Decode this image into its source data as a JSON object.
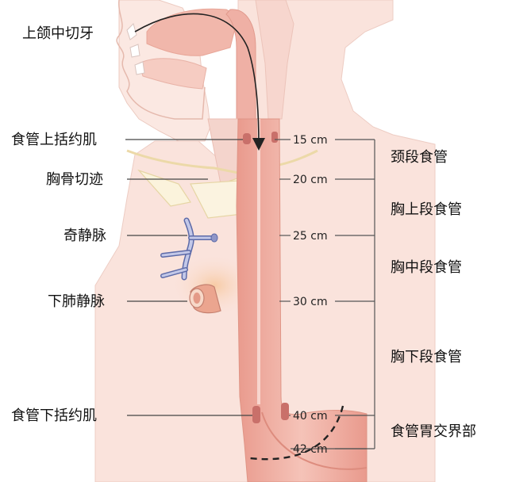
{
  "left_labels": {
    "upper_incisors": "上颌中切牙",
    "upper_sphincter": "食管上括约肌",
    "sternal_notch": "胸骨切迹",
    "azygos_vein": "奇静脉",
    "inferior_pulmonary_vein": "下肺静脉",
    "lower_sphincter": "食管下括约肌"
  },
  "distances": {
    "d15": "15 cm",
    "d20": "20 cm",
    "d25": "25 cm",
    "d30": "30 cm",
    "d40": "40 cm",
    "d42": "42 cm"
  },
  "segments": {
    "cervical": "颈段食管",
    "upper_thoracic": "胸上段食管",
    "middle_thoracic": "胸中段食管",
    "lower_thoracic": "胸下段食管",
    "junction": "食管胃交界部"
  },
  "colors": {
    "skin": "#fae3dc",
    "skin_edge": "#e7bdb2",
    "esophagus": "#eda69a",
    "esophagus_light": "#f7cfc6",
    "lumen": "#dd8476",
    "vein": "#b7bde0",
    "vein_edge": "#5c6aa8",
    "lung_glow": "#f9d3b0",
    "line": "#333333"
  }
}
